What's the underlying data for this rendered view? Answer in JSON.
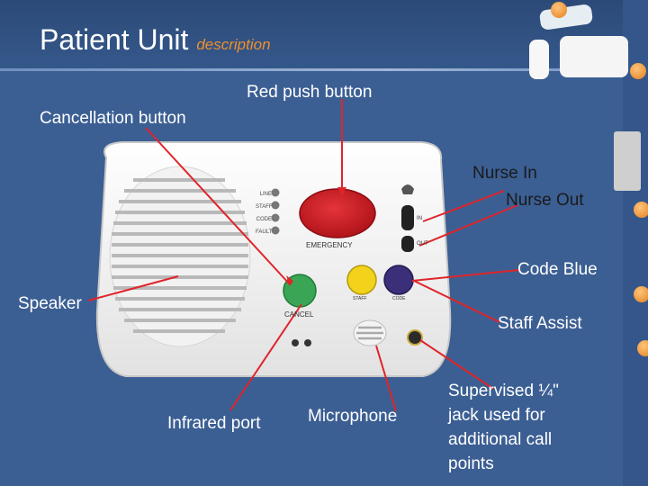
{
  "title": {
    "main": "Patient Unit",
    "sub": "description"
  },
  "callouts": {
    "red_push_button": "Red push button",
    "cancellation_button": "Cancellation button",
    "nurse_in": "Nurse In",
    "nurse_out": "Nurse Out",
    "code_blue": "Code Blue",
    "speaker": "Speaker",
    "staff_assist": "Staff Assist",
    "infrared_port": "Infrared port",
    "microphone": "Microphone",
    "jack": "Supervised ¼\" jack used for additional call points"
  },
  "device": {
    "status_labels": [
      "LINE",
      "STAFF",
      "CODE",
      "FAULT"
    ],
    "emergency": "EMERGENCY",
    "in": "IN",
    "out": "OUT",
    "cancel": "CANCEL",
    "staff": "STAFF",
    "code": "CODE"
  },
  "colors": {
    "background": "#3b5f93",
    "accent": "#f0902a",
    "pointer": "#e0242a",
    "emergency_button": "#c8141c",
    "cancel_button": "#3aa655",
    "staff_button": "#f2d21b",
    "code_button": "#3b2f7a"
  },
  "icons": [
    "nurse-cap-icon",
    "speaker-grille-icon",
    "microphone-grille-icon"
  ]
}
